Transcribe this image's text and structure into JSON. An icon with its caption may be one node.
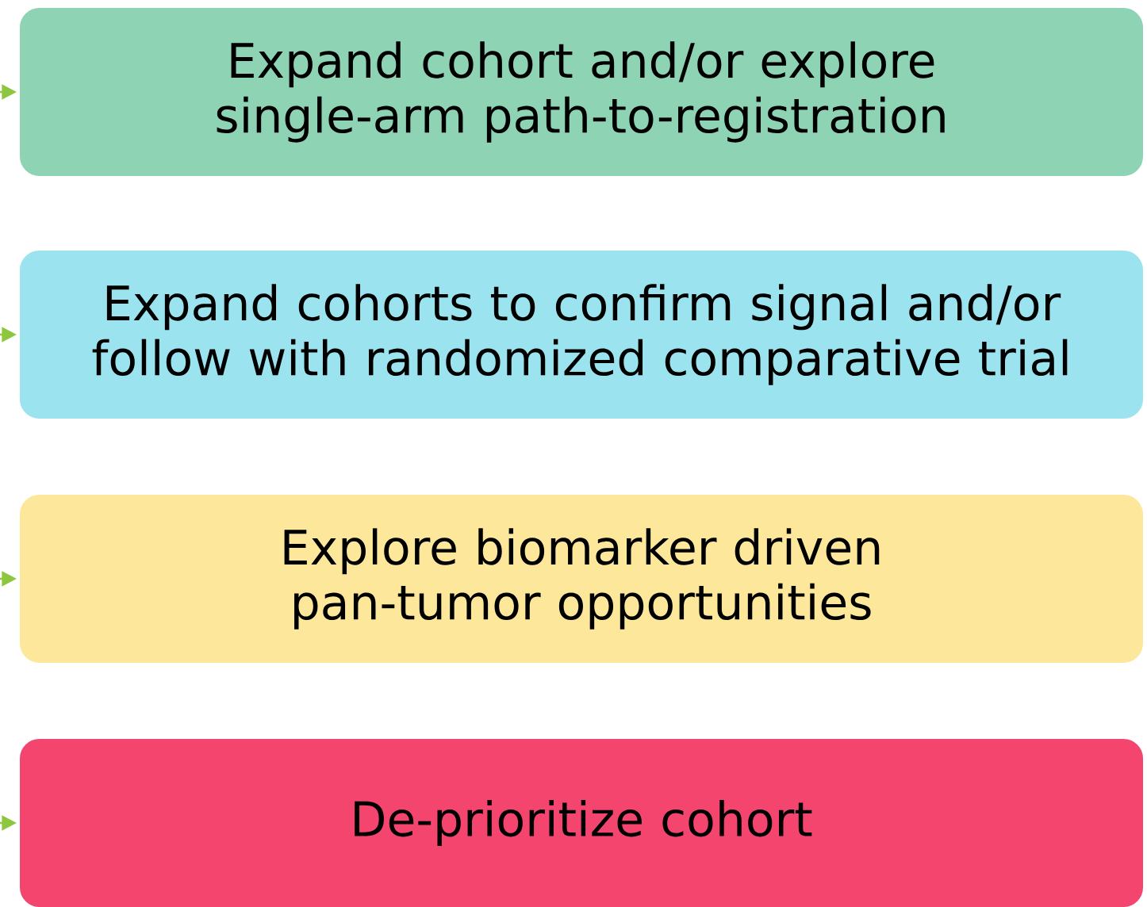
{
  "diagram": {
    "nodes": [
      {
        "text": [
          "Expand cohort and/or explore single-arm path-to-registration"
        ]
      },
      {
        "text": [
          "Expand cohorts to confirm signal and/or follow with randomized comparative trial"
        ]
      },
      {
        "text": [
          "Explore biomarker driven pan-tumor opportunities"
        ]
      },
      {
        "text": [
          "De-prioritize cohort"
        ]
      }
    ],
    "edges": [
      {
        "from": null,
        "to": 0,
        "arrow": "to"
      },
      {
        "from": null,
        "to": 1,
        "arrow": "to"
      },
      {
        "from": null,
        "to": 2,
        "arrow": "to"
      },
      {
        "from": null,
        "to": 3,
        "arrow": "to"
      }
    ]
  }
}
